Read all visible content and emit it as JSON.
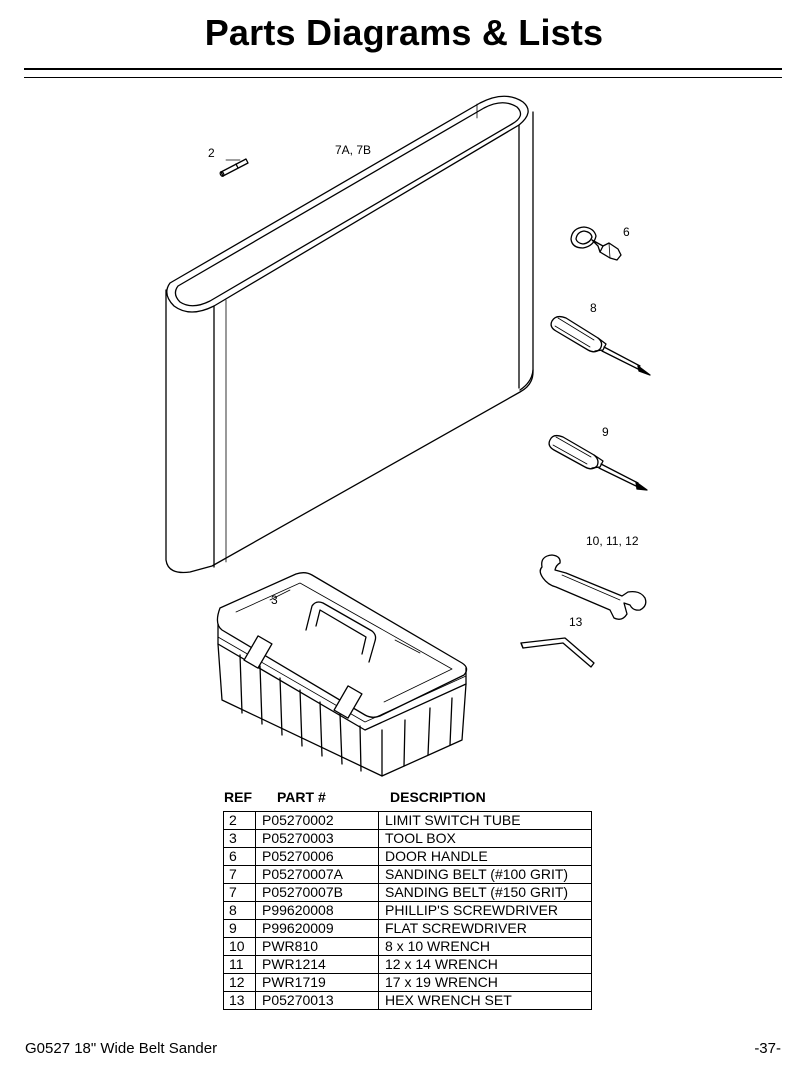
{
  "page": {
    "title": "Parts Diagrams & Lists",
    "footer_left": "G0527 18\" Wide Belt Sander",
    "footer_right": "-37-"
  },
  "diagram": {
    "callouts": {
      "c2": "2",
      "c7": "7A, 7B",
      "c6": "6",
      "c8": "8",
      "c9": "9",
      "c10": "10, 11, 12",
      "c3": "3",
      "c13": "13"
    }
  },
  "parts_table": {
    "headers": {
      "ref": "REF",
      "part": "PART #",
      "description": "DESCRIPTION"
    },
    "rows": [
      {
        "ref": "2",
        "part": "P05270002",
        "description": "LIMIT SWITCH TUBE"
      },
      {
        "ref": "3",
        "part": "P05270003",
        "description": "TOOL BOX"
      },
      {
        "ref": "6",
        "part": "P05270006",
        "description": "DOOR HANDLE"
      },
      {
        "ref": "7",
        "part": "P05270007A",
        "description": "SANDING BELT (#100 GRIT)"
      },
      {
        "ref": "7",
        "part": "P05270007B",
        "description": "SANDING BELT (#150 GRIT)"
      },
      {
        "ref": "8",
        "part": "P99620008",
        "description": "PHILLIP'S SCREWDRIVER"
      },
      {
        "ref": "9",
        "part": "P99620009",
        "description": "FLAT SCREWDRIVER"
      },
      {
        "ref": "10",
        "part": "PWR810",
        "description": "8 x 10 WRENCH"
      },
      {
        "ref": "11",
        "part": "PWR1214",
        "description": "12 x 14 WRENCH"
      },
      {
        "ref": "12",
        "part": "PWR1719",
        "description": "17 x 19 WRENCH"
      },
      {
        "ref": "13",
        "part": "P05270013",
        "description": "HEX WRENCH SET"
      }
    ]
  }
}
